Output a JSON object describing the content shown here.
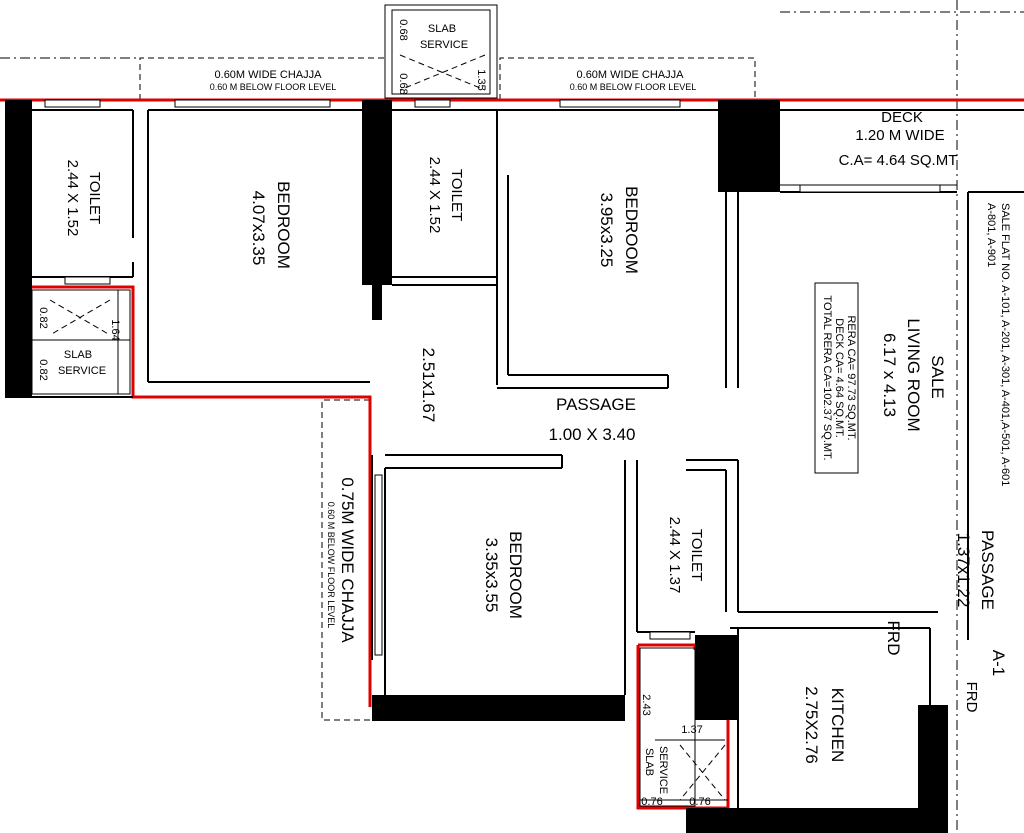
{
  "rooms": {
    "toilet_1": {
      "name": "TOILET",
      "size": "2.44 X 1.52"
    },
    "bedroom_1": {
      "name": "BEDROOM",
      "size": "4.07x3.35"
    },
    "toilet_2": {
      "name": "TOILET",
      "size": "2.44 X 1.52"
    },
    "bedroom_2": {
      "name": "BEDROOM",
      "size": "3.95x3.25"
    },
    "bedroom_3": {
      "name": "BEDROOM",
      "size": "3.35x3.55"
    },
    "toilet_3": {
      "name": "TOILET",
      "size": "2.44 X 1.37"
    },
    "kitchen": {
      "name": "KITCHEN",
      "size": "2.75X2.76"
    },
    "living": {
      "name": "SALE",
      "sub": "LIVING ROOM",
      "size": "6.17 x 4.13"
    },
    "passage_main": {
      "name": "PASSAGE",
      "size": "1.00 X 3.40"
    },
    "passage_side": {
      "name": "PASSAGE",
      "size": "1.37x1.22"
    },
    "lobby_dim": "2.51x1.67",
    "deck": {
      "name": "DECK",
      "width": "1.20 M WIDE",
      "area": "C.A= 4.64 SQ.MT"
    }
  },
  "chajja": {
    "left": {
      "title": "0.60M WIDE CHAJJA",
      "sub": "0.60 M BELOW FLOOR LEVEL"
    },
    "right": {
      "title": "0.60M WIDE CHAJJA",
      "sub": "0.60 M BELOW FLOOR LEVEL"
    },
    "west": {
      "title": "0.75M WIDE CHAJJA",
      "sub": "0.60 M BELOW FLOOR LEVEL"
    }
  },
  "slabs": {
    "top": {
      "line1": "SLAB",
      "line2": "SERVICE",
      "d1": "0.68",
      "d2": "0.68",
      "d3": "1.35"
    },
    "left": {
      "line1": "SLAB",
      "line2": "SERVICE",
      "d1": "0.82",
      "d2": "1.64",
      "d3": "0.82"
    },
    "bottom": {
      "line1": "SERVICE",
      "line2": "SLAB",
      "d1": "2.43",
      "d2": "1.37",
      "d3": "0.76",
      "d4": "0.76"
    }
  },
  "rera": {
    "line1": "RERA CA= 97.73 SQ.MT.",
    "line2": "DECK CA= 4.64 SQ.MT.",
    "line3": "TOTAL RERA CA=102.37 SQ.MT."
  },
  "sale_flat": {
    "line1": "SALE FLAT NO. A-101, A-201, A-301, A-401,A-501, A-601",
    "line2": "A-801, A-901"
  },
  "tags": {
    "frd": "FRD",
    "frd_small": "FRD",
    "flat_id": "A-1"
  },
  "colors": {
    "outline": "#e00000",
    "wall": "#000000"
  }
}
